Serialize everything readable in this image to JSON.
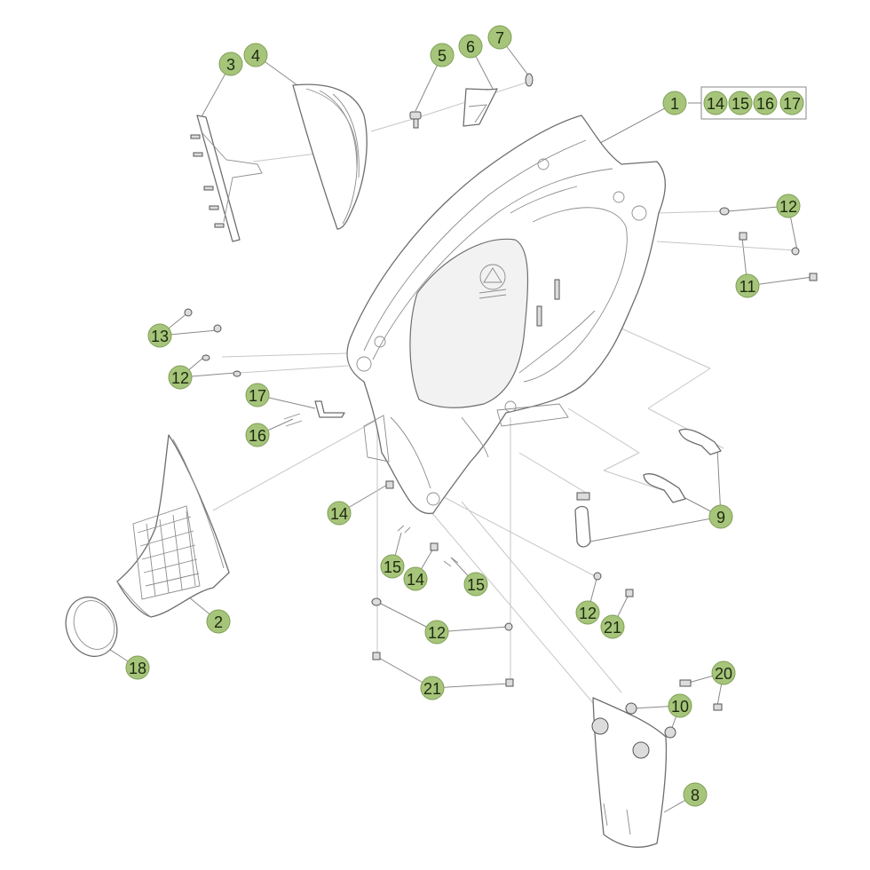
{
  "diagram": {
    "callouts": [
      {
        "id": "c1",
        "label": "1"
      },
      {
        "id": "c14a",
        "label": "14"
      },
      {
        "id": "c15a",
        "label": "15"
      },
      {
        "id": "c16a",
        "label": "16"
      },
      {
        "id": "c17a",
        "label": "17"
      },
      {
        "id": "c2",
        "label": "2"
      },
      {
        "id": "c3",
        "label": "3"
      },
      {
        "id": "c4",
        "label": "4"
      },
      {
        "id": "c5",
        "label": "5"
      },
      {
        "id": "c6",
        "label": "6"
      },
      {
        "id": "c7",
        "label": "7"
      },
      {
        "id": "c8",
        "label": "8"
      },
      {
        "id": "c9",
        "label": "9"
      },
      {
        "id": "c10",
        "label": "10"
      },
      {
        "id": "c11",
        "label": "11"
      },
      {
        "id": "c12a",
        "label": "12"
      },
      {
        "id": "c12b",
        "label": "12"
      },
      {
        "id": "c12c",
        "label": "12"
      },
      {
        "id": "c12d",
        "label": "12"
      },
      {
        "id": "c13",
        "label": "13"
      },
      {
        "id": "c14b",
        "label": "14"
      },
      {
        "id": "c14c",
        "label": "14"
      },
      {
        "id": "c15b",
        "label": "15"
      },
      {
        "id": "c15c",
        "label": "15"
      },
      {
        "id": "c16b",
        "label": "16"
      },
      {
        "id": "c17b",
        "label": "17"
      },
      {
        "id": "c18",
        "label": "18"
      },
      {
        "id": "c20",
        "label": "20"
      },
      {
        "id": "c21a",
        "label": "21"
      },
      {
        "id": "c21b",
        "label": "21"
      }
    ]
  }
}
